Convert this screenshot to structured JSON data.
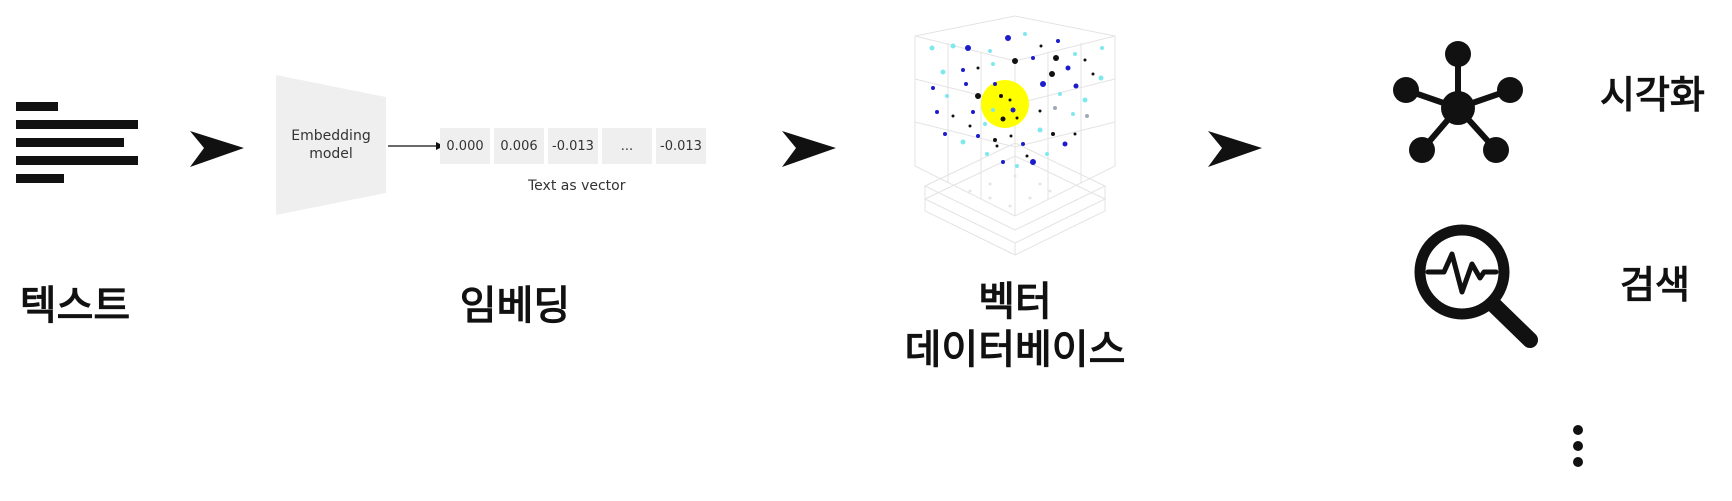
{
  "labels": {
    "text": "텍스트",
    "embedding": "임베딩",
    "vector_db_line1": "벡터",
    "vector_db_line2": "데이터베이스",
    "visualization": "시각화",
    "search": "검색"
  },
  "embedding_model": {
    "label_line1": "Embedding",
    "label_line2": "model"
  },
  "vector": {
    "cells": [
      "0.000",
      "0.006",
      "-0.013",
      "...",
      "-0.013"
    ],
    "caption": "Text as vector"
  },
  "icons": {
    "text": "text-lines-icon",
    "arrows": "right-arrow-icon",
    "database": "vector-database-icon",
    "visualization": "network-graph-icon",
    "search": "magnifier-waveform-icon",
    "more": "vertical-ellipsis-icon"
  },
  "colors": {
    "ink": "#111111",
    "panel": "#efefef",
    "highlight": "#ffff00",
    "dot_cyan": "#7fe8ee",
    "dot_blue": "#1c1ccc",
    "dot_dark": "#111111",
    "dot_grey": "#a0a8b8"
  }
}
